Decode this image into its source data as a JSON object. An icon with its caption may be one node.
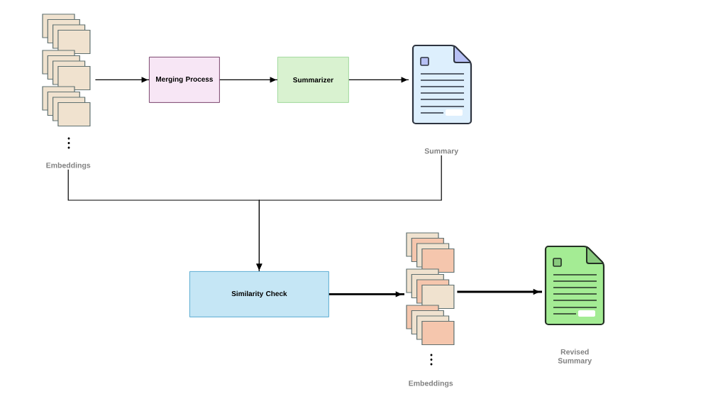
{
  "diagram": {
    "nodes": [
      {
        "text": [
          "Embeddings"
        ]
      },
      {
        "text": [
          "Merging Process"
        ]
      },
      {
        "text": [
          "Summarizer"
        ]
      },
      {
        "text": [
          "Summary"
        ]
      },
      {
        "text": [
          "Similarity Check"
        ]
      },
      {
        "text": [
          "Embeddings"
        ]
      },
      {
        "text": [
          "Revised Summary"
        ]
      }
    ],
    "edges": [
      {
        "from": 0,
        "to": 1,
        "arrow": "to"
      },
      {
        "from": 1,
        "to": 2,
        "arrow": "to"
      },
      {
        "from": 2,
        "to": 3,
        "arrow": "to"
      },
      {
        "from": 0,
        "to": 4,
        "arrow": "to"
      },
      {
        "from": 3,
        "to": 4,
        "arrow": "to"
      },
      {
        "from": 4,
        "to": 5,
        "arrow": "to",
        "style": "thick"
      },
      {
        "from": 5,
        "to": 6,
        "arrow": "to",
        "style": "thick"
      }
    ]
  }
}
